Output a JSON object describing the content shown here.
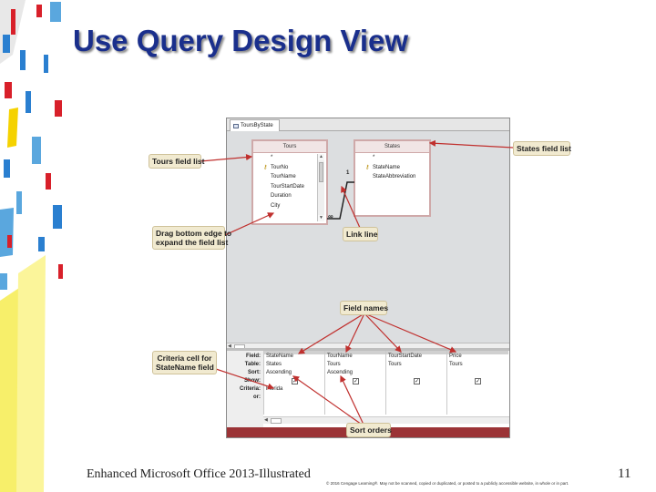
{
  "slide": {
    "title": "Use Query Design View",
    "footer_left": "Enhanced Microsoft Office 2013-Illustrated",
    "page_number": "11",
    "copyright": "© 2016 Cengage Learning®. May not be scanned, copied or duplicated, or posted to a publicly accessible website, in whole or in part."
  },
  "query_window": {
    "tab_label": "ToursByState",
    "tours_list": {
      "title": "Tours",
      "fields": [
        "*",
        "TourNo",
        "TourName",
        "TourStartDate",
        "Duration",
        "City"
      ],
      "key_field_index": 1
    },
    "states_list": {
      "title": "States",
      "fields": [
        "*",
        "StateName",
        "StateAbbreviation"
      ],
      "key_field_index": 1
    },
    "join_one_label": "1",
    "join_many_label": "∞",
    "grid": {
      "row_labels": [
        "Field:",
        "Table:",
        "Sort:",
        "Show:",
        "Criteria:",
        "or:"
      ],
      "columns": [
        {
          "field": "StateName",
          "table": "States",
          "sort": "Ascending",
          "show": true,
          "criteria": "Florida"
        },
        {
          "field": "TourName",
          "table": "Tours",
          "sort": "Ascending",
          "show": true,
          "criteria": ""
        },
        {
          "field": "TourStartDate",
          "table": "Tours",
          "sort": "",
          "show": true,
          "criteria": ""
        },
        {
          "field": "Price",
          "table": "Tours",
          "sort": "",
          "show": true,
          "criteria": ""
        }
      ]
    }
  },
  "callouts": {
    "tours_field_list": "Tours field list",
    "states_field_list": "States field list",
    "drag_edge_line1": "Drag bottom edge to",
    "drag_edge_line2": "expand the field list",
    "link_line": "Link line",
    "field_names": "Field names",
    "criteria_cell_line1": "Criteria cell for",
    "criteria_cell_line2": "StateName field",
    "sort_orders": "Sort orders"
  },
  "colors": {
    "title": "#1a2f8c",
    "callout_bg": "#f1ead0",
    "arrow": "#c0302e",
    "window_band": "#9b3336"
  }
}
